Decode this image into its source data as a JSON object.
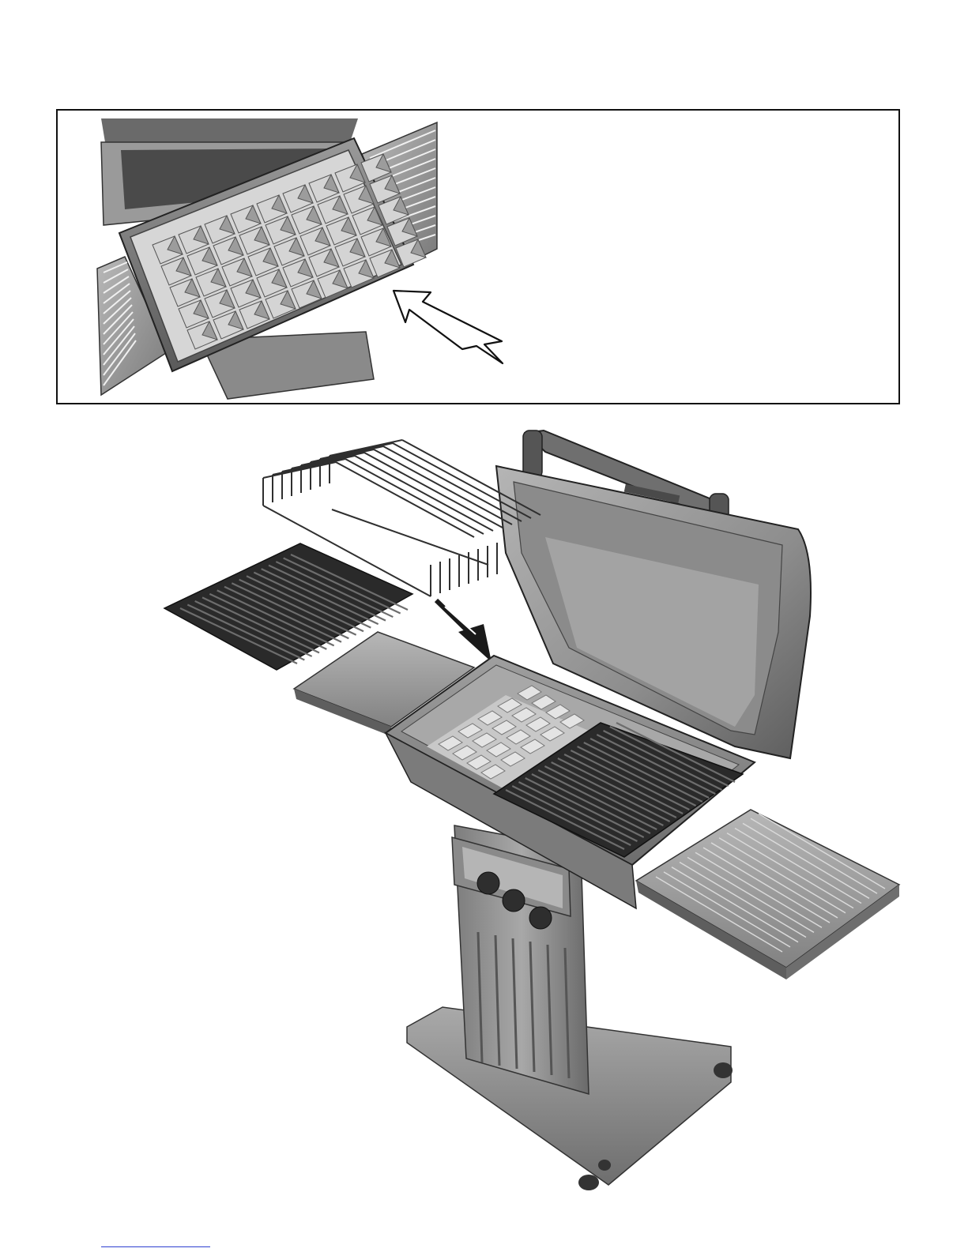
{
  "page": {
    "kind": "assembly illustration page",
    "colors": {
      "frame": "#111111",
      "metal_dark": "#3c3c3c",
      "metal_mid": "#8e8e8e",
      "metal_light": "#c9c9c9",
      "grate": "#2a2a2a",
      "briquette": "#d9d9d9",
      "arrow_fill": "#1a1a1a",
      "link_underline": "#2d3fd0"
    }
  },
  "inset": {
    "description_icon": "briquette-tray-closeup",
    "arrow_icon": "hollow-pointer-arrow"
  },
  "main": {
    "illustration_icon": "gas-grill-exploded-view",
    "parts": [
      "warming-rack",
      "cooking-grate",
      "briquette-tray",
      "control-knobs",
      "side-shelves",
      "cart-base"
    ],
    "arrow_icon": "solid-down-arrow"
  }
}
